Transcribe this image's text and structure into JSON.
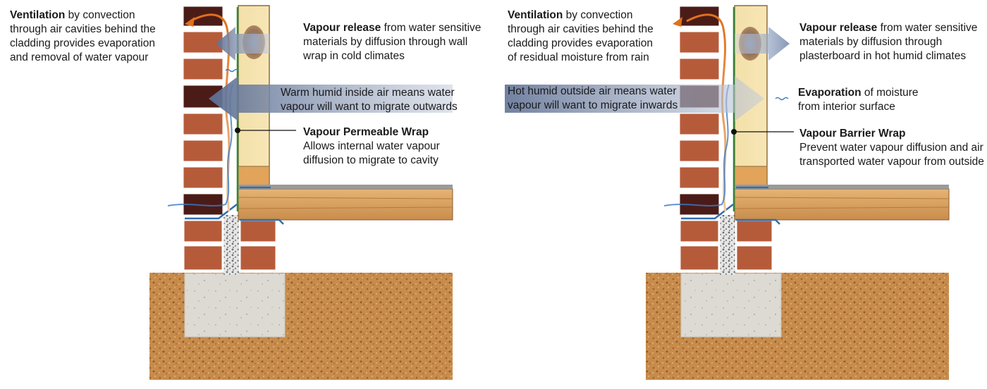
{
  "colors": {
    "brick": "#b85c3c",
    "brick_dark": "#4a1a16",
    "mortar": "#ffffff",
    "insulation": "#f6dfa8",
    "stud": "#e0a64e",
    "joist": "#d39a55",
    "soil": "#c58a4a",
    "concrete": "#d9d7d0",
    "gravel": "#9a9a9a",
    "membrane": "#2d8a3a",
    "arrow_blue": "#8a9bb8",
    "ventilation_orange": "#e07a2a",
    "moisture_blue": "#3a7bc8"
  },
  "left_panel": {
    "ventilation": {
      "bold": "Ventilation",
      "rest1": " by convection",
      "line2": "through air cavities behind the",
      "line3": "cladding provides evaporation",
      "line4": "and removal of water vapour"
    },
    "vapour_release": {
      "bold": "Vapour release",
      "rest1": " from water sensitive",
      "line2": "materials by diffusion through wall",
      "line3": "wrap in cold climates"
    },
    "migration": {
      "line1": "Warm humid inside air means water",
      "line2": "vapour will want to migrate outwards"
    },
    "wrap": {
      "bold": "Vapour Permeable Wrap",
      "line2": "Allows internal water vapour",
      "line3": "diffusion to migrate to cavity"
    }
  },
  "right_panel": {
    "ventilation": {
      "bold": "Ventilation",
      "rest1": " by convection",
      "line2": "through air cavities behind the",
      "line3": "cladding provides evaporation",
      "line4": "of residual moisture from rain"
    },
    "vapour_release": {
      "bold": "Vapour release",
      "rest1": " from water sensitive",
      "line2": "materials by diffusion through",
      "line3": "plasterboard in hot humid climates"
    },
    "migration": {
      "line1": "Hot humid outside air means water",
      "line2": "vapour will want to migrate inwards"
    },
    "evaporation": {
      "bold": "Evaporation",
      "rest1": " of moisture",
      "line2": "from interior surface"
    },
    "wrap": {
      "bold": "Vapour Barrier Wrap",
      "line2": "Prevent water vapour diffusion and air",
      "line3": "transported water vapour from outside"
    }
  }
}
